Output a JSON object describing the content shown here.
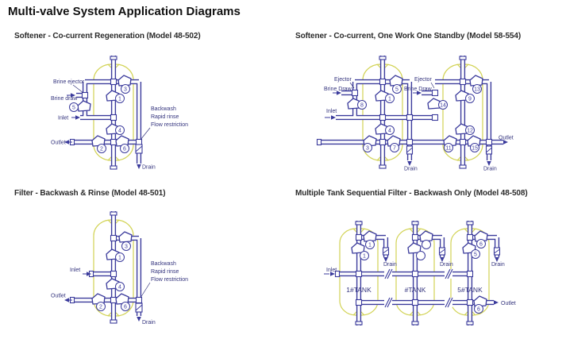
{
  "page": {
    "title": "Multi-valve System Application Diagrams"
  },
  "colors": {
    "pipe": "#3b3b9c",
    "tank": "#d2d355",
    "label": "#33337d",
    "title": "#111111",
    "subtitle": "#2b2b2b"
  },
  "diagrams": {
    "d1": {
      "title": "Softener - Co-current Regeneration (Model 48-502)",
      "labels": {
        "brine_ejector": "Brine ejector",
        "brine_draw": "Brine draw",
        "inlet": "Inlet",
        "outlet": "Outlet",
        "backwash": "Backwash",
        "rapid_rinse": "Rapid rinse",
        "flow_restriction": "Flow restriction",
        "drain": "Drain"
      },
      "valves": {
        "v1": "1",
        "v2": "2",
        "v3": "3",
        "v4": "4",
        "v5": "5",
        "v6": "6"
      }
    },
    "d2": {
      "title": "Softener - Co-current, One Work One Standby (Model 58-554)",
      "labels": {
        "ejector_left": "Ejector",
        "brine_draw_left": "Brine Draw",
        "ejector_right": "Ejector",
        "brine_draw_right": "Brine Draw",
        "inlet": "Inlet",
        "outlet": "Outlet",
        "drain_left": "Drain",
        "drain_right": "Drain"
      },
      "valves": {
        "v1": "1",
        "v3": "3",
        "v4": "4",
        "v5": "5",
        "v7": "7",
        "v8": "8",
        "v9": "9",
        "v11": "11",
        "v12": "12",
        "v13": "13",
        "v14": "14",
        "v15": "15"
      }
    },
    "d3": {
      "title": "Filter - Backwash & Rinse (Model 48-501)",
      "labels": {
        "inlet": "Inlet",
        "outlet": "Outlet",
        "backwash": "Backwash",
        "rapid_rinse": "Rapid rinse",
        "flow_restriction": "Flow restriction",
        "drain": "Drain"
      },
      "valves": {
        "v1": "1",
        "v2": "2",
        "v3": "3",
        "v4": "4",
        "v6": "6"
      }
    },
    "d4": {
      "title": "Multiple Tank Sequential Filter - Backwash Only (Model 48-508)",
      "labels": {
        "inlet": "Inlet",
        "outlet": "Outlet",
        "drain_1": "Drain",
        "drain_2": "Drain",
        "drain_3": "Drain"
      },
      "tanks": {
        "t1": "1#TANK",
        "t2": "#TANK",
        "t3": "5#TANK"
      },
      "valves": {
        "t1_top": "1",
        "t1_mid": "1",
        "t2_top": "",
        "t2_mid": "",
        "t3_top": "6",
        "t3_mid": "5",
        "outlet": "6"
      }
    }
  }
}
